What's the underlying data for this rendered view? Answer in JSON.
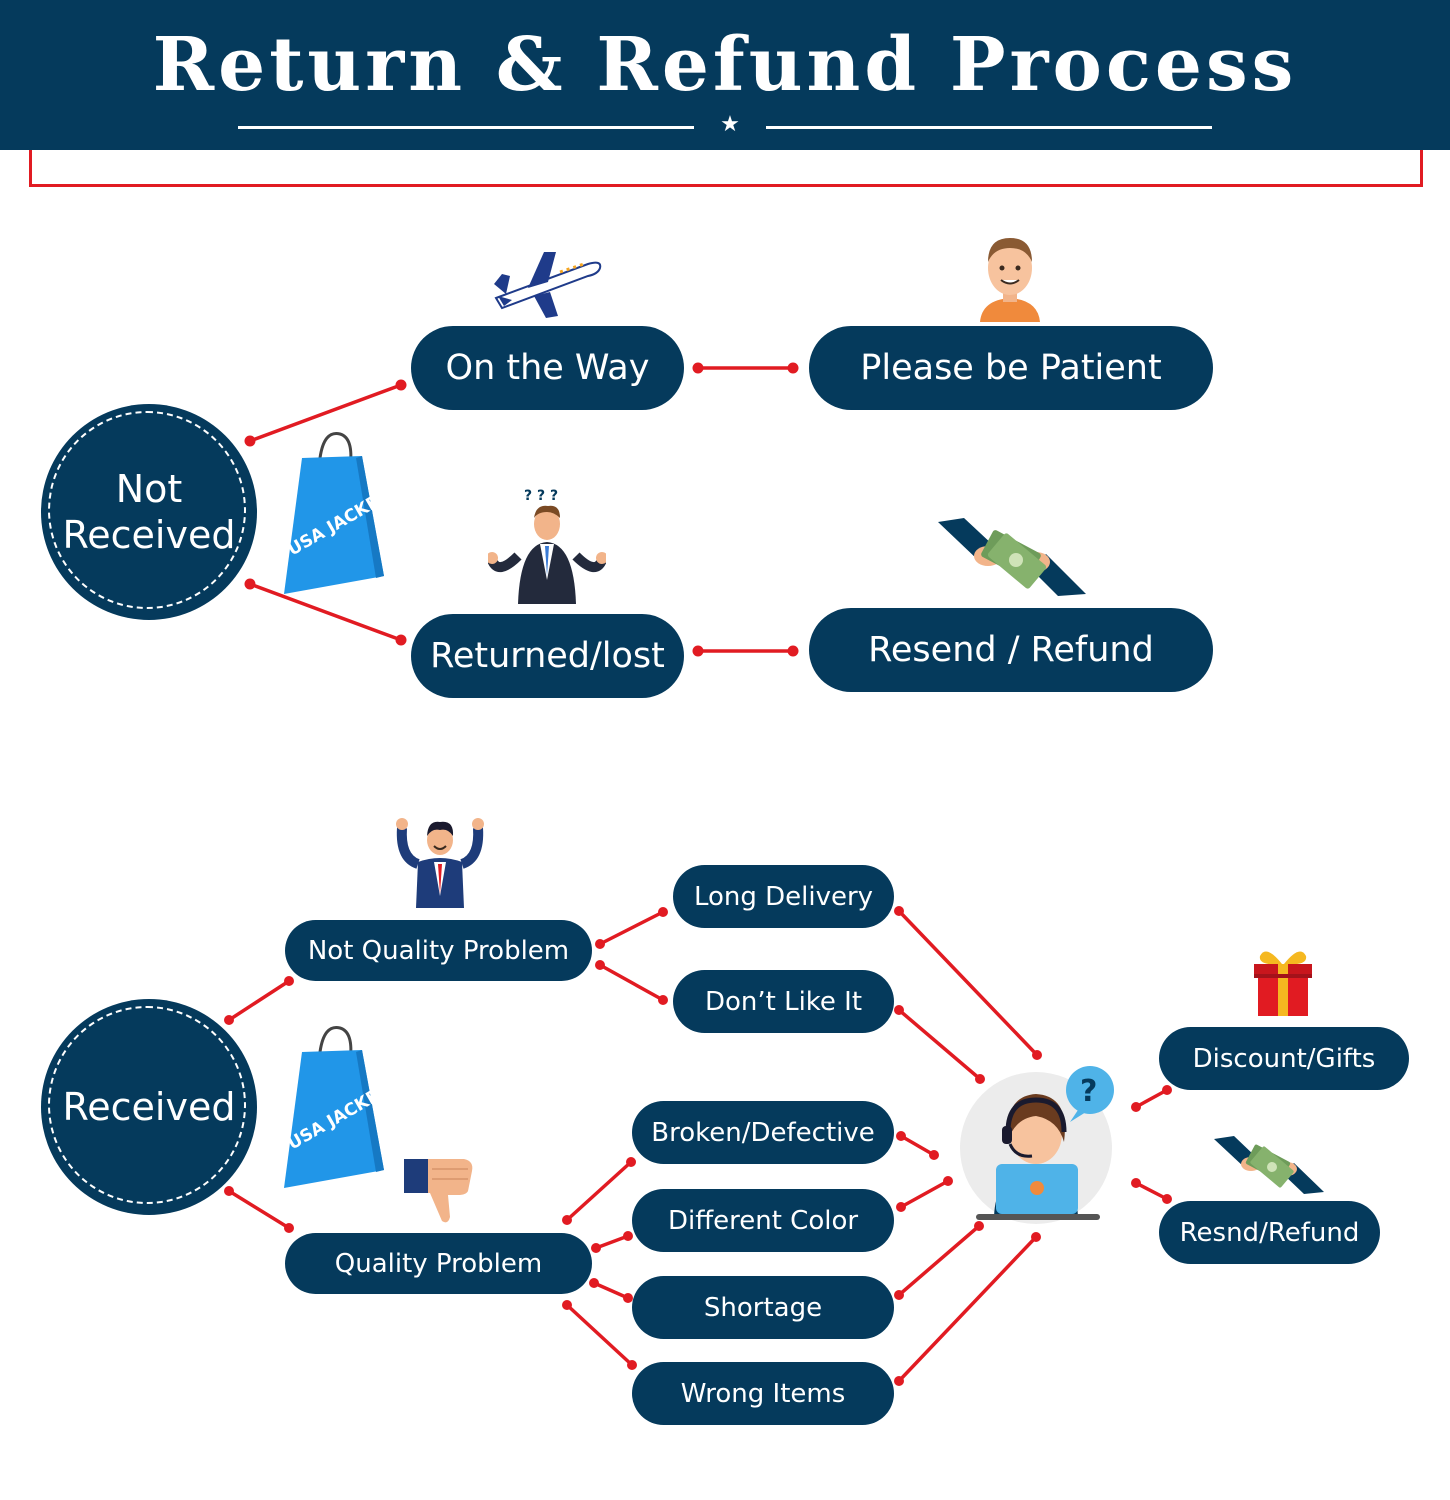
{
  "header": {
    "title": "Return & Refund Process"
  },
  "not_received": {
    "label_line1": "Not",
    "label_line2": "Received",
    "on_the_way": "On the Way",
    "please_be_patient": "Please be Patient",
    "returned_lost": "Returned/lost",
    "resend_refund": "Resend / Refund"
  },
  "received": {
    "label": "Received",
    "not_quality_problem": "Not Quality Problem",
    "quality_problem": "Quality Problem",
    "long_delivery": "Long Delivery",
    "dont_like_it": "Don’t Like It",
    "broken_defective": "Broken/Defective",
    "different_color": "Different Color",
    "shortage": "Shortage",
    "wrong_items": "Wrong Items",
    "discount_gifts": "Discount/Gifts",
    "resnd_refund": "Resnd/Refund"
  },
  "bag_brand": "USA JACKET",
  "colors": {
    "navy": "#053a5c",
    "red": "#e11b22",
    "blue": "#2196e8"
  },
  "icons": [
    "airplane-icon",
    "patient-man-icon",
    "confused-man-icon",
    "money-handshake-icon",
    "shopping-bag-icon",
    "happy-man-icon",
    "thumbs-down-icon",
    "support-agent-icon",
    "gift-icon"
  ]
}
